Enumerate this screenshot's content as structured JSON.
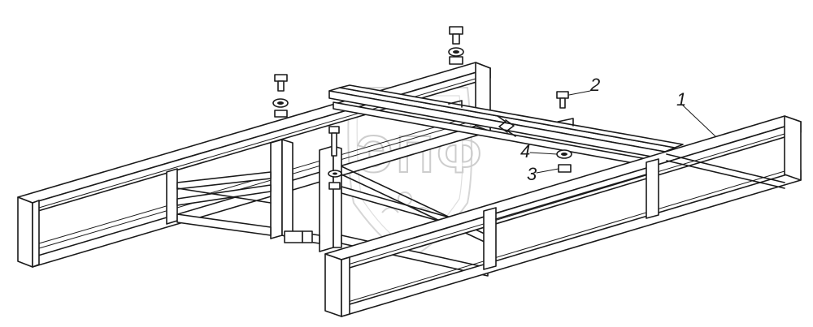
{
  "diagram": {
    "callouts": [
      {
        "id": "1",
        "text": "1"
      },
      {
        "id": "2",
        "text": "2"
      },
      {
        "id": "3",
        "text": "3"
      },
      {
        "id": "4",
        "text": "4"
      }
    ],
    "watermark": {
      "text": "ЭПФ"
    }
  }
}
